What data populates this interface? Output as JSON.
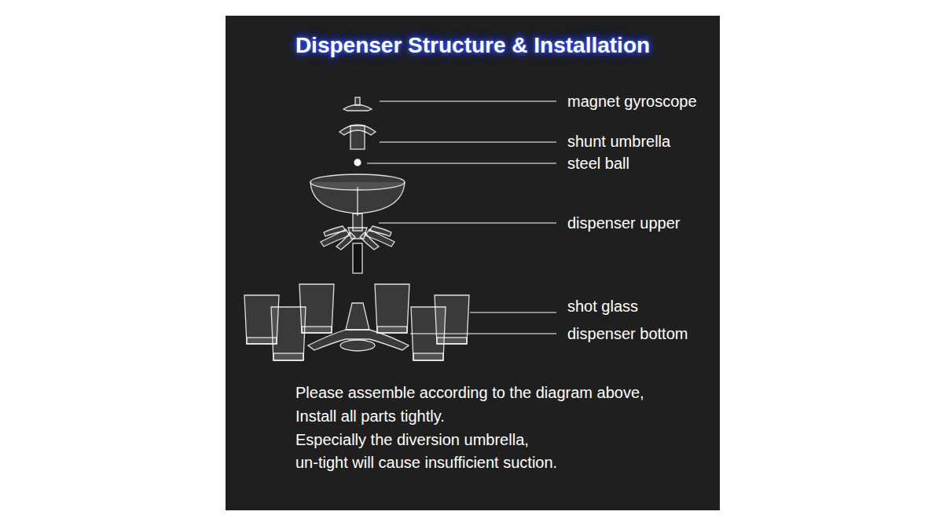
{
  "diagram": {
    "title": "Dispenser Structure & Installation",
    "labels": [
      "magnet gyroscope",
      "shunt umbrella",
      "steel ball",
      "dispenser upper",
      "shot glass",
      "dispenser bottom",
      "Please assemble according to the diagram above,",
      "Install all parts tightly.",
      "Especially the diversion umbrella,",
      "un-tight will cause insufficient suction."
    ]
  }
}
